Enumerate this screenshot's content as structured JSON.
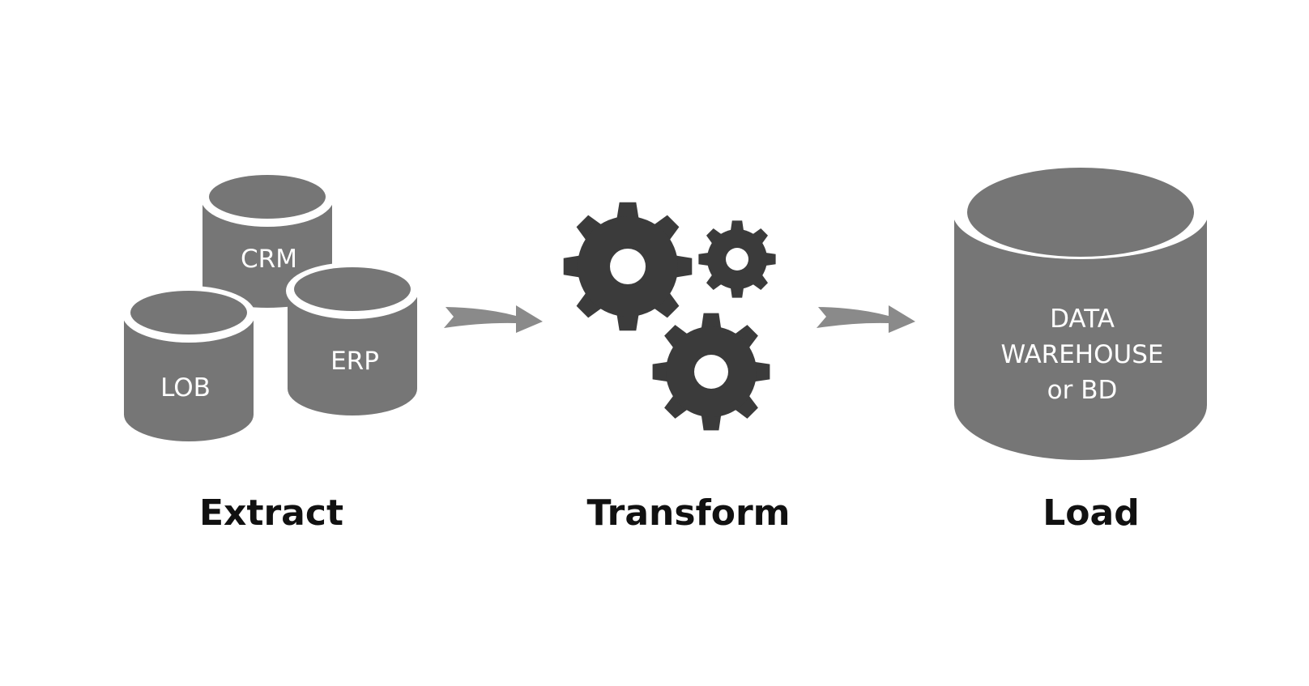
{
  "sources": [
    {
      "id": "crm",
      "label": "CRM"
    },
    {
      "id": "lob",
      "label": "LOB"
    },
    {
      "id": "erp",
      "label": "ERP"
    }
  ],
  "target": {
    "lines": [
      "DATA",
      "WAREHOUSE",
      "or BD"
    ]
  },
  "stages": {
    "extract": "Extract",
    "transform": "Transform",
    "load": "Load"
  },
  "colors": {
    "cylinder": "#767676",
    "gear": "#3b3b3b",
    "arrow": "#8a8a8a",
    "label": "#111111"
  }
}
